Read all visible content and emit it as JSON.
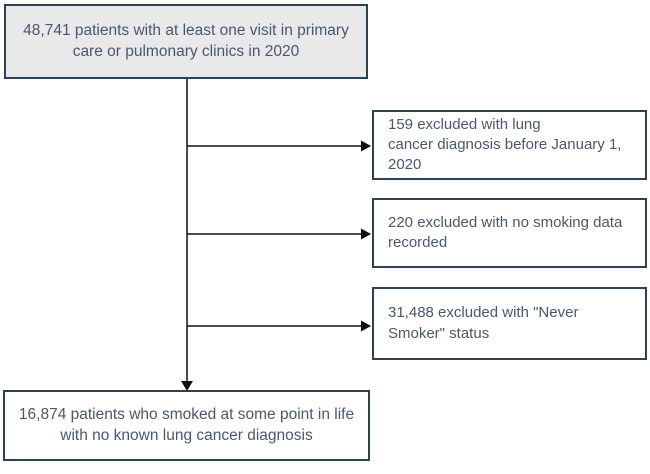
{
  "flowchart": {
    "initial_cohort": {
      "text": "48,741 patients with at least one visit in primary\ncare or pulmonary clinics in 2020"
    },
    "exclusions": [
      {
        "text": "159 excluded with lung\ncancer diagnosis before January 1,\n2020"
      },
      {
        "text": "220 excluded with no smoking data\nrecorded"
      },
      {
        "text": "31,488 excluded with \"Never\nSmoker\" status"
      }
    ],
    "final_cohort": {
      "text": "16,874 patients who smoked at some point in life\nwith no known lung cancer diagnosis"
    },
    "colors": {
      "box_border": "#2e4154",
      "initial_box_fill": "#e9e9ea",
      "text": "#4a586c",
      "arrow": "#111111",
      "background": "#ffffff"
    }
  }
}
